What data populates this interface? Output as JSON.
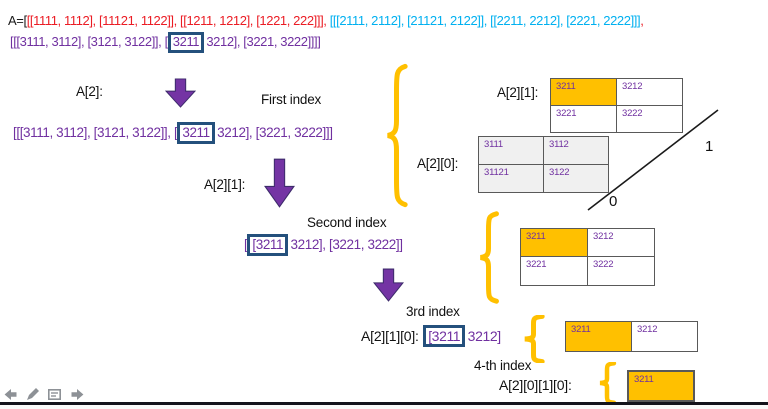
{
  "colors": {
    "red": "#eb1c24",
    "blue": "#00b0f0",
    "purple": "#7030a0",
    "arrow": "#7434a4",
    "boxstroke": "#24507c",
    "orange": "#ffc000",
    "brace": "#ffc000",
    "cellborder": "#595959",
    "grayfill": "#f0f0f0"
  },
  "header": {
    "prefix": "A=[",
    "red_segment": "[[1111, 1112], [11121, 1122]], [[1211, 1212], [1221, 222]]], ",
    "blue_segment": "[[[2111, 2112], [21121, 2122]], [[2211, 2212], [2221, 2222]]]",
    "tail_comma": ",",
    "line2_pre": "[[[3111, 3112], [3121, 3122]], [",
    "line2_boxed": "3211",
    "line2_post": " 3212], [3221, 3222]]]]"
  },
  "step1": {
    "label": "A[2]:",
    "caption": "First index",
    "value_pre": "[[[3111, 3112], [3121, 3122]], [",
    "value_boxed": "3211",
    "value_post": " 3212], [3221, 3222]]]"
  },
  "step2": {
    "label": "A[2][1]:",
    "caption": "Second index",
    "value_pre": "[",
    "value_boxed": "[3211",
    "value_post": " 3212], [3221, 3222]]"
  },
  "step3": {
    "caption": "3rd  index",
    "label": "A[2][1][0]:",
    "value_boxed": "[3211",
    "value_post": " 3212]"
  },
  "step4": {
    "caption": "4-th  index",
    "label": "A[2][0][1][0]:"
  },
  "axis": {
    "zero": "0",
    "one": "1"
  },
  "tables": {
    "a21_top": {
      "label": "A[2][1]:",
      "rows": [
        [
          "3211",
          "3212"
        ],
        [
          "3221",
          "3222"
        ]
      ]
    },
    "a20": {
      "label": "A[2][0]:",
      "rows": [
        [
          "3111",
          "3112"
        ],
        [
          "31121",
          "3122"
        ]
      ]
    },
    "mid": {
      "rows": [
        [
          "3211",
          "3212"
        ],
        [
          "3221",
          "3222"
        ]
      ]
    },
    "third": {
      "rows": [
        [
          "3211",
          "3212"
        ]
      ]
    },
    "fourth": {
      "rows": [
        [
          "3211"
        ]
      ]
    }
  },
  "toolbar": {
    "icons": [
      "previous-slide",
      "pen-annotate",
      "notes",
      "next-slide"
    ]
  }
}
